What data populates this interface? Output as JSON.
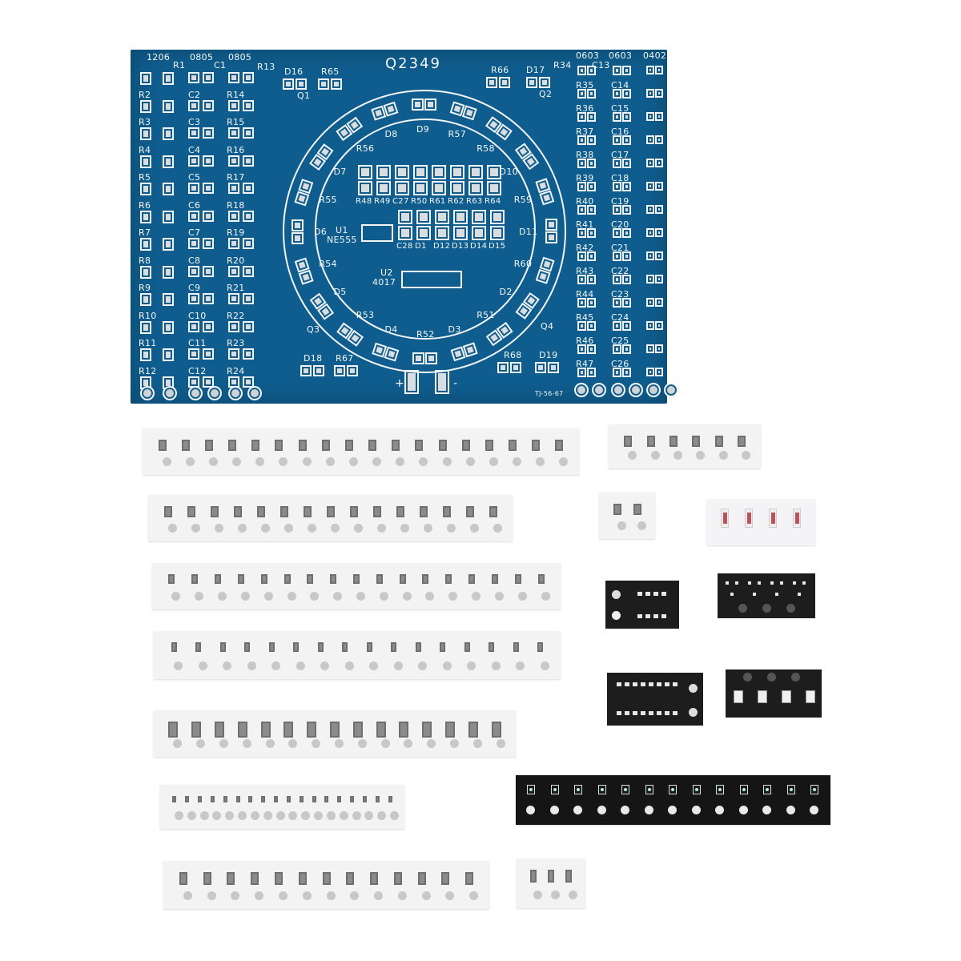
{
  "image": {
    "subject": "SMD soldering practice kit: blue PCB with rotating LED circle and strips of SMD components on tape",
    "background_color": "#ffffff"
  },
  "pcb": {
    "board_color": "#0f5d8e",
    "silkscreen_color": "#f4f6f8",
    "model": "Q2349",
    "code": "TJ-56-67",
    "size_labels": [
      "1206",
      "0805",
      "0805",
      "0603",
      "0603",
      "0402"
    ],
    "left_columns": {
      "col_1206": [
        "R1",
        "R2",
        "R3",
        "R4",
        "R5",
        "R6",
        "R7",
        "R8",
        "R9",
        "R10",
        "R11",
        "R12"
      ],
      "col_0805_c": [
        "C1",
        "C2",
        "C3",
        "C4",
        "C5",
        "C6",
        "C7",
        "C8",
        "C9",
        "C10",
        "C11",
        "C12"
      ],
      "col_0805_r": [
        "R13",
        "R14",
        "R15",
        "R16",
        "R17",
        "R18",
        "R19",
        "R20",
        "R21",
        "R22",
        "R23",
        "R24"
      ]
    },
    "right_columns": {
      "col_0603_r": [
        "R34",
        "R35",
        "R36",
        "R37",
        "R38",
        "R39",
        "R40",
        "R41",
        "R42",
        "R43",
        "R44",
        "R45",
        "R46",
        "R47"
      ],
      "col_0603_c": [
        "C13",
        "C14",
        "C15",
        "C16",
        "C17",
        "C18",
        "C19",
        "C20",
        "C21",
        "C22",
        "C23",
        "C24",
        "C25",
        "C26"
      ]
    },
    "top_labels": [
      "D16",
      "R65",
      "Q1",
      "R66",
      "D17",
      "Q2"
    ],
    "bottom_labels": [
      "Q3",
      "D18",
      "R67",
      "R68",
      "Q4",
      "D19"
    ],
    "ring_labels": [
      "D9",
      "R57",
      "R58",
      "D10",
      "R59",
      "D11",
      "R60",
      "D2",
      "R51",
      "D3",
      "R52",
      "D4",
      "R53",
      "D5",
      "R54",
      "D6",
      "R55",
      "D7",
      "R56",
      "D8"
    ],
    "center_top_row": [
      "R48",
      "R49",
      "C27",
      "R50",
      "R61",
      "R62",
      "R63",
      "R64"
    ],
    "center_second_row": [
      "C28",
      "D1",
      "D12",
      "D13",
      "D14",
      "D15"
    ],
    "ic_u1": {
      "ref": "U1",
      "part": "NE555"
    },
    "ic_u2": {
      "ref": "U2",
      "part": "4017"
    },
    "power_pads": {
      "plus": "+",
      "minus": "-"
    }
  },
  "tapes": [
    {
      "name": "tape-1206-resistors",
      "color": "white",
      "count": 18
    },
    {
      "name": "tape-0805-resistors",
      "color": "white",
      "count": 15
    },
    {
      "name": "tape-0603-resistors",
      "color": "white",
      "count": 17
    },
    {
      "name": "tape-0603-capacitors",
      "color": "white",
      "count": 16
    },
    {
      "name": "tape-1206-capacitors",
      "color": "white",
      "count": 15
    },
    {
      "name": "tape-0402-resistors",
      "color": "white",
      "count": 18
    },
    {
      "name": "tape-0805-capacitors",
      "color": "white",
      "count": 13
    },
    {
      "name": "tape-small-resistors",
      "color": "white",
      "count": 6
    },
    {
      "name": "tape-two-resistors",
      "color": "white",
      "count": 2
    },
    {
      "name": "tape-zener-diodes",
      "color": "clear",
      "count": 4
    },
    {
      "name": "tape-ne555-ic",
      "color": "black",
      "count": 1
    },
    {
      "name": "tape-transistors",
      "color": "black",
      "count": 4
    },
    {
      "name": "tape-4017-ic",
      "color": "black",
      "count": 1
    },
    {
      "name": "tape-leds-large",
      "color": "black",
      "count": 4
    },
    {
      "name": "tape-leds",
      "color": "black",
      "count": 13
    },
    {
      "name": "tape-three-caps",
      "color": "white",
      "count": 3
    }
  ]
}
